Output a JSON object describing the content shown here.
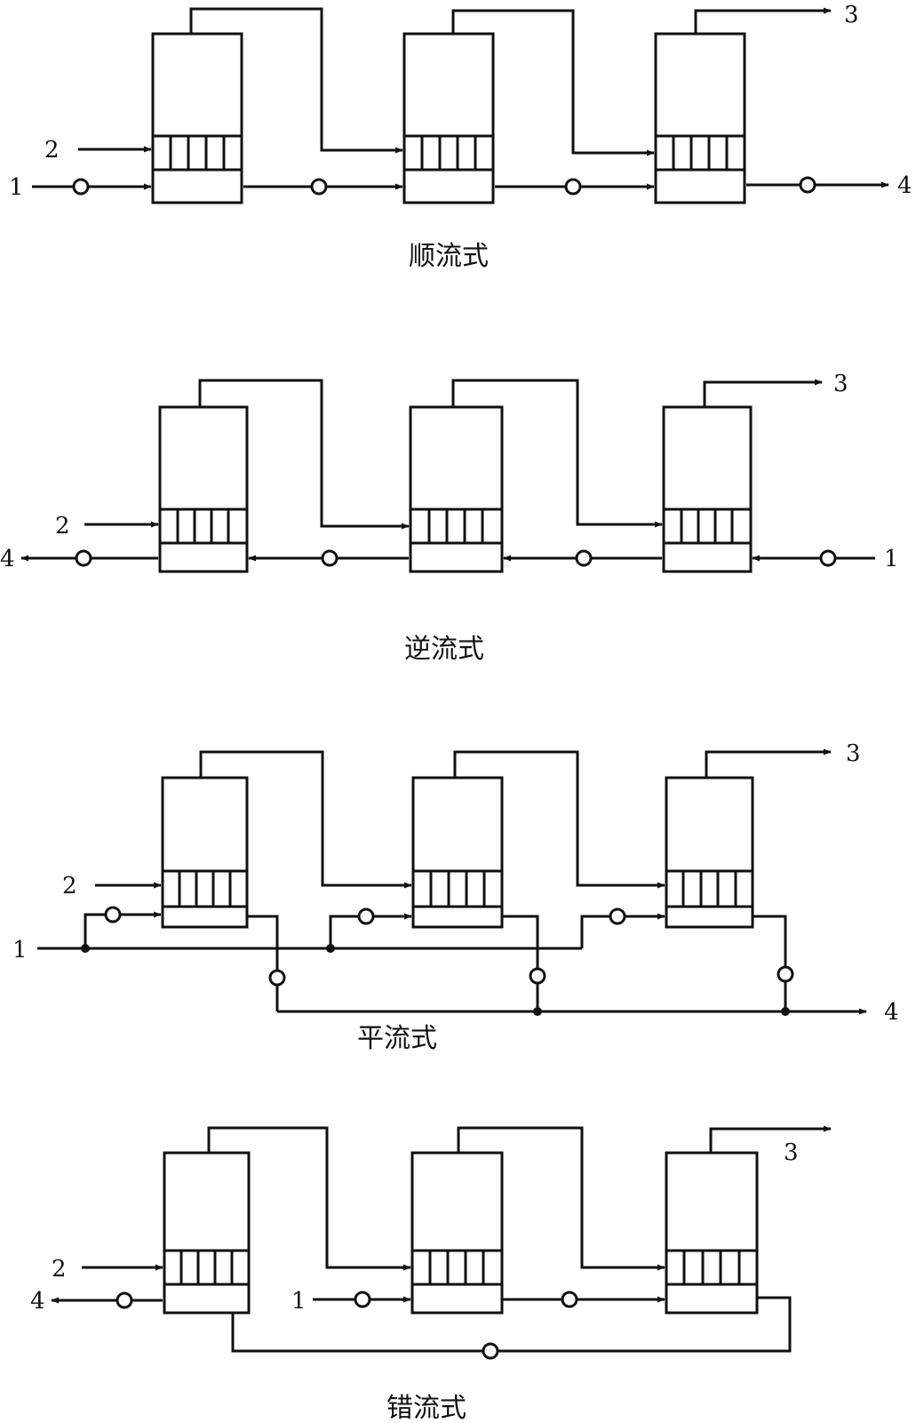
{
  "colors": {
    "ink": "#111111",
    "paper": "#ffffff"
  },
  "panels": [
    {
      "caption": "顺流式",
      "labels": {
        "feed": "1",
        "steam": "2",
        "vapor": "3",
        "product": "4"
      }
    },
    {
      "caption": "逆流式",
      "labels": {
        "feed": "1",
        "steam": "2",
        "vapor": "3",
        "product": "4"
      }
    },
    {
      "caption": "平流式",
      "labels": {
        "feed": "1",
        "steam": "2",
        "vapor": "3",
        "product": "4"
      }
    },
    {
      "caption": "错流式",
      "labels": {
        "feed": "1",
        "steam": "2",
        "vapor": "3",
        "product": "4"
      }
    }
  ]
}
